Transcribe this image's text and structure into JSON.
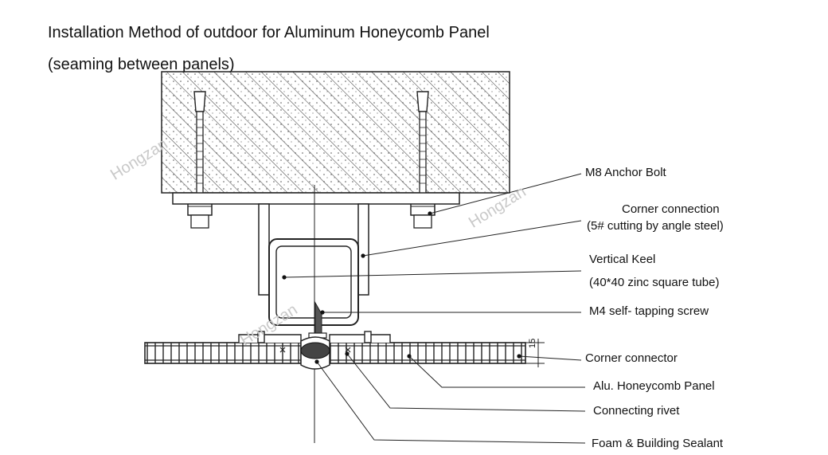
{
  "title_line1": "Installation Method of outdoor for Aluminum Honeycomb Panel",
  "title_line2": "(seaming between panels)",
  "labels": {
    "anchor_bolt": "M8 Anchor Bolt",
    "corner_connection": "Corner connection",
    "corner_connection_note": "(5# cutting by angle steel)",
    "vertical_keel": "Vertical Keel",
    "vertical_keel_note": "(40*40 zinc square tube)",
    "tapping_screw": "M4 self- tapping screw",
    "corner_connector": "Corner connector",
    "honeycomb_panel": "Alu. Honeycomb Panel",
    "connecting_rivet": "Connecting rivet",
    "foam_sealant": "Foam & Building Sealant",
    "dimension": "15"
  },
  "watermark": "Hongzan"
}
